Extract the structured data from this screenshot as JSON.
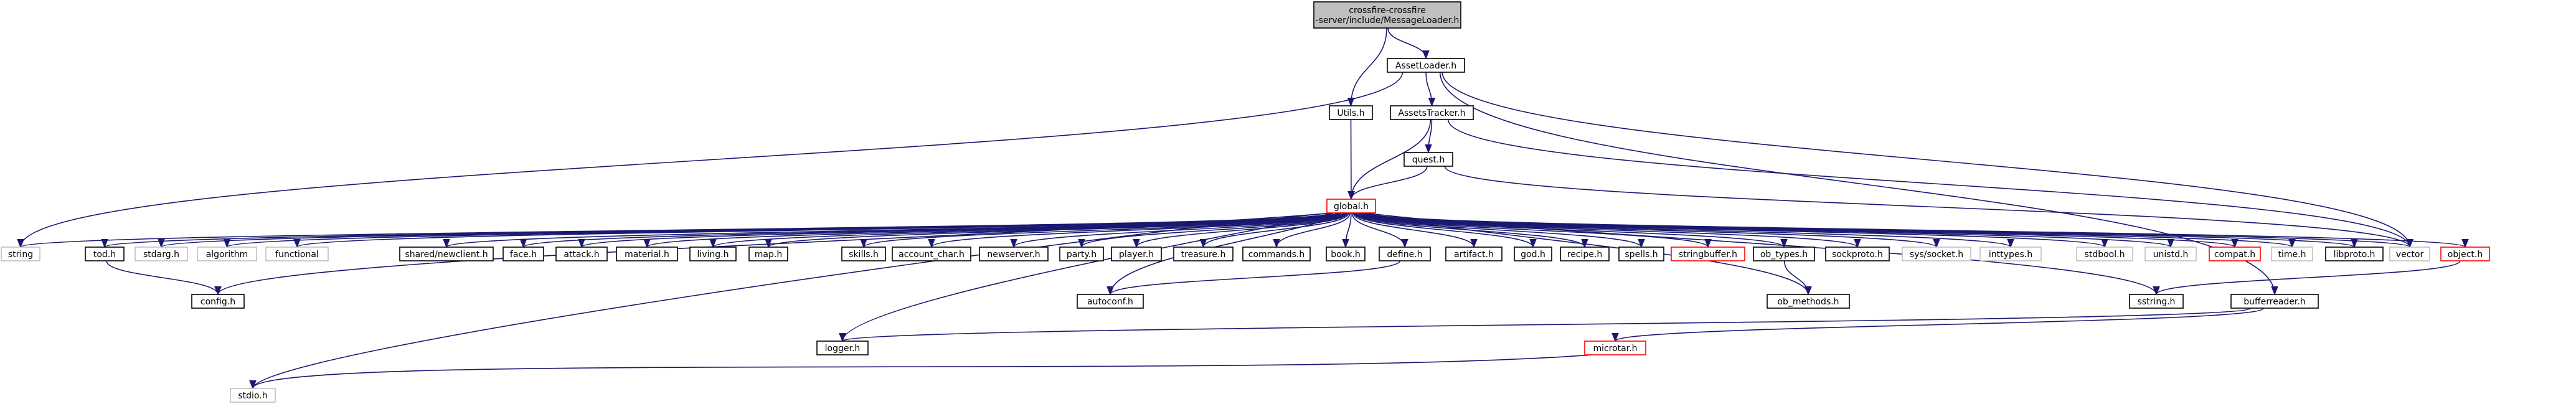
{
  "diagram": {
    "type": "include-dependency-graph",
    "colors": {
      "edge": "#191970",
      "node_border": "#000000",
      "external_border": "#bfbfbf",
      "truncated_border": "#ff0000",
      "root_fill": "#bfbfbf",
      "fill": "#ffffff"
    },
    "nodes": [
      {
        "id": "root",
        "lines": [
          "crossfire-crossfire",
          "-server/include/MessageLoader.h"
        ],
        "style": "root"
      },
      {
        "id": "assetloader",
        "lines": [
          "AssetLoader.h"
        ],
        "style": "normal"
      },
      {
        "id": "utils",
        "lines": [
          "Utils.h"
        ],
        "style": "normal"
      },
      {
        "id": "assetstracker",
        "lines": [
          "AssetsTracker.h"
        ],
        "style": "normal"
      },
      {
        "id": "quest",
        "lines": [
          "quest.h"
        ],
        "style": "normal"
      },
      {
        "id": "global",
        "lines": [
          "global.h"
        ],
        "style": "truncated"
      },
      {
        "id": "string",
        "lines": [
          "string"
        ],
        "style": "external"
      },
      {
        "id": "tod",
        "lines": [
          "tod.h"
        ],
        "style": "normal"
      },
      {
        "id": "stdarg",
        "lines": [
          "stdarg.h"
        ],
        "style": "external"
      },
      {
        "id": "algorithm",
        "lines": [
          "algorithm"
        ],
        "style": "external"
      },
      {
        "id": "functional",
        "lines": [
          "functional"
        ],
        "style": "external"
      },
      {
        "id": "sharednewclient",
        "lines": [
          "shared/newclient.h"
        ],
        "style": "normal"
      },
      {
        "id": "face",
        "lines": [
          "face.h"
        ],
        "style": "normal"
      },
      {
        "id": "attack",
        "lines": [
          "attack.h"
        ],
        "style": "normal"
      },
      {
        "id": "material",
        "lines": [
          "material.h"
        ],
        "style": "normal"
      },
      {
        "id": "living",
        "lines": [
          "living.h"
        ],
        "style": "normal"
      },
      {
        "id": "map",
        "lines": [
          "map.h"
        ],
        "style": "normal"
      },
      {
        "id": "skills",
        "lines": [
          "skills.h"
        ],
        "style": "normal"
      },
      {
        "id": "account_char",
        "lines": [
          "account_char.h"
        ],
        "style": "normal"
      },
      {
        "id": "newserver",
        "lines": [
          "newserver.h"
        ],
        "style": "normal"
      },
      {
        "id": "party",
        "lines": [
          "party.h"
        ],
        "style": "normal"
      },
      {
        "id": "player",
        "lines": [
          "player.h"
        ],
        "style": "normal"
      },
      {
        "id": "treasure",
        "lines": [
          "treasure.h"
        ],
        "style": "normal"
      },
      {
        "id": "commands",
        "lines": [
          "commands.h"
        ],
        "style": "normal"
      },
      {
        "id": "book",
        "lines": [
          "book.h"
        ],
        "style": "normal"
      },
      {
        "id": "define",
        "lines": [
          "define.h"
        ],
        "style": "normal"
      },
      {
        "id": "artifact",
        "lines": [
          "artifact.h"
        ],
        "style": "normal"
      },
      {
        "id": "god",
        "lines": [
          "god.h"
        ],
        "style": "normal"
      },
      {
        "id": "recipe",
        "lines": [
          "recipe.h"
        ],
        "style": "normal"
      },
      {
        "id": "spells",
        "lines": [
          "spells.h"
        ],
        "style": "normal"
      },
      {
        "id": "stringbuffer",
        "lines": [
          "stringbuffer.h"
        ],
        "style": "truncated"
      },
      {
        "id": "ob_types",
        "lines": [
          "ob_types.h"
        ],
        "style": "normal"
      },
      {
        "id": "sockproto",
        "lines": [
          "sockproto.h"
        ],
        "style": "normal"
      },
      {
        "id": "syssocket",
        "lines": [
          "sys/socket.h"
        ],
        "style": "external"
      },
      {
        "id": "inttypes",
        "lines": [
          "inttypes.h"
        ],
        "style": "external"
      },
      {
        "id": "stdbool",
        "lines": [
          "stdbool.h"
        ],
        "style": "external"
      },
      {
        "id": "unistd",
        "lines": [
          "unistd.h"
        ],
        "style": "external"
      },
      {
        "id": "compat",
        "lines": [
          "compat.h"
        ],
        "style": "truncated"
      },
      {
        "id": "time",
        "lines": [
          "time.h"
        ],
        "style": "external"
      },
      {
        "id": "libproto",
        "lines": [
          "libproto.h"
        ],
        "style": "normal"
      },
      {
        "id": "vector",
        "lines": [
          "vector"
        ],
        "style": "external"
      },
      {
        "id": "object",
        "lines": [
          "object.h"
        ],
        "style": "truncated"
      },
      {
        "id": "config",
        "lines": [
          "config.h"
        ],
        "style": "normal"
      },
      {
        "id": "autoconf",
        "lines": [
          "autoconf.h"
        ],
        "style": "normal"
      },
      {
        "id": "ob_methods",
        "lines": [
          "ob_methods.h"
        ],
        "style": "normal"
      },
      {
        "id": "sstring",
        "lines": [
          "sstring.h"
        ],
        "style": "normal"
      },
      {
        "id": "bufferreader",
        "lines": [
          "bufferreader.h"
        ],
        "style": "normal"
      },
      {
        "id": "logger",
        "lines": [
          "logger.h"
        ],
        "style": "normal"
      },
      {
        "id": "microtar",
        "lines": [
          "microtar.h"
        ],
        "style": "truncated"
      },
      {
        "id": "stdio",
        "lines": [
          "stdio.h"
        ],
        "style": "external"
      }
    ],
    "edges": [
      [
        "root",
        "assetloader"
      ],
      [
        "root",
        "utils"
      ],
      [
        "assetloader",
        "assetstracker"
      ],
      [
        "assetloader",
        "string"
      ],
      [
        "assetloader",
        "vector"
      ],
      [
        "assetloader",
        "bufferreader"
      ],
      [
        "utils",
        "global"
      ],
      [
        "assetstracker",
        "quest"
      ],
      [
        "assetstracker",
        "global"
      ],
      [
        "assetstracker",
        "vector"
      ],
      [
        "quest",
        "global"
      ],
      [
        "quest",
        "vector"
      ],
      [
        "global",
        "string"
      ],
      [
        "global",
        "tod"
      ],
      [
        "global",
        "stdarg"
      ],
      [
        "global",
        "algorithm"
      ],
      [
        "global",
        "functional"
      ],
      [
        "global",
        "sharednewclient"
      ],
      [
        "global",
        "face"
      ],
      [
        "global",
        "attack"
      ],
      [
        "global",
        "material"
      ],
      [
        "global",
        "living"
      ],
      [
        "global",
        "map"
      ],
      [
        "global",
        "skills"
      ],
      [
        "global",
        "account_char"
      ],
      [
        "global",
        "newserver"
      ],
      [
        "global",
        "party"
      ],
      [
        "global",
        "player"
      ],
      [
        "global",
        "treasure"
      ],
      [
        "global",
        "commands"
      ],
      [
        "global",
        "book"
      ],
      [
        "global",
        "define"
      ],
      [
        "global",
        "artifact"
      ],
      [
        "global",
        "god"
      ],
      [
        "global",
        "recipe"
      ],
      [
        "global",
        "spells"
      ],
      [
        "global",
        "stringbuffer"
      ],
      [
        "global",
        "ob_types"
      ],
      [
        "global",
        "sockproto"
      ],
      [
        "global",
        "syssocket"
      ],
      [
        "global",
        "inttypes"
      ],
      [
        "global",
        "stdbool"
      ],
      [
        "global",
        "unistd"
      ],
      [
        "global",
        "compat"
      ],
      [
        "global",
        "time"
      ],
      [
        "global",
        "libproto"
      ],
      [
        "global",
        "vector"
      ],
      [
        "global",
        "object"
      ],
      [
        "global",
        "config"
      ],
      [
        "global",
        "autoconf"
      ],
      [
        "global",
        "ob_methods"
      ],
      [
        "global",
        "sstring"
      ],
      [
        "global",
        "logger"
      ],
      [
        "global",
        "stdio"
      ],
      [
        "tod",
        "config"
      ],
      [
        "define",
        "autoconf"
      ],
      [
        "ob_types",
        "ob_methods"
      ],
      [
        "object",
        "sstring"
      ],
      [
        "bufferreader",
        "logger"
      ],
      [
        "bufferreader",
        "microtar"
      ],
      [
        "microtar",
        "stdio"
      ]
    ]
  }
}
